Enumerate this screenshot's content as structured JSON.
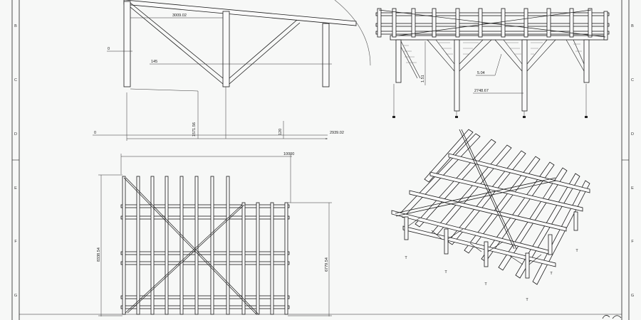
{
  "border": {
    "zones_left": [
      "B",
      "C",
      "D",
      "E",
      "F",
      "G"
    ],
    "zones_right": [
      "B",
      "C",
      "D",
      "E",
      "F",
      "G"
    ]
  },
  "side_view": {
    "dims": {
      "top_span": "3009.02",
      "zero_top": "0",
      "offset": "145",
      "zero_bottom": "0",
      "height": "1571.56",
      "small": "120",
      "overall": "2939.02"
    }
  },
  "front_view": {
    "dims": {
      "post_h": "1.51",
      "angle": "5.04",
      "span": "2748.67"
    }
  },
  "plan_view": {
    "dims": {
      "width": "10000",
      "left_height": "8338.54",
      "right_height": "6779.54"
    }
  },
  "iso_view": {
    "footing_marker": "T"
  }
}
